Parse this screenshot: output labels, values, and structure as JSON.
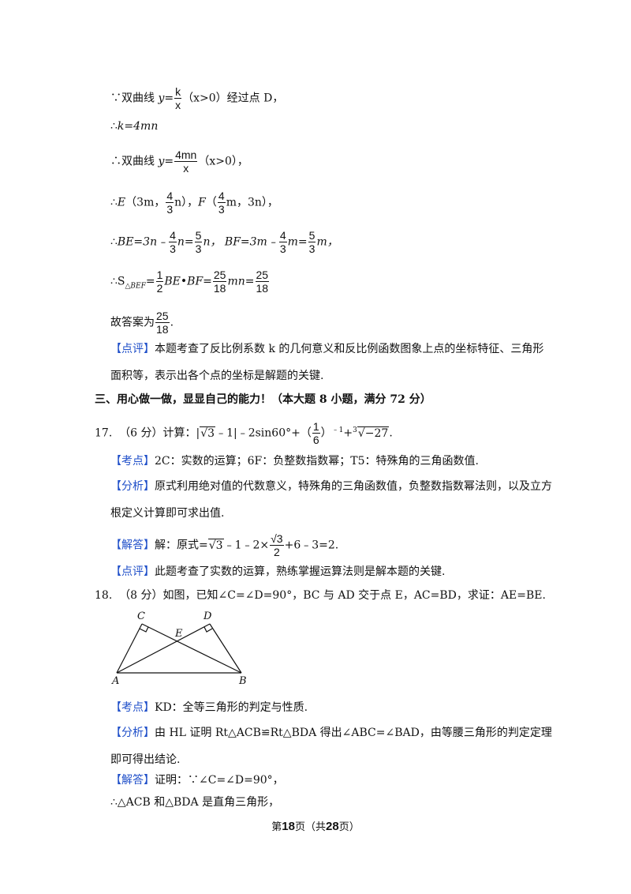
{
  "l1": {
    "a": "∵双曲线 ",
    "y": "y",
    "eq": "=",
    "num": "k",
    "den": "x",
    "tail": "（x>0）经过点 D，"
  },
  "l2": {
    "a": "∴",
    "expr": "k=4mn"
  },
  "l3": {
    "a": "∴双曲线 ",
    "y": "y",
    "eq": "=",
    "num": "4mn",
    "den": "x",
    "tail": "（x>0），"
  },
  "l4": {
    "a": "∴",
    "e": "E",
    "p1": "（3m，",
    "n1": "4",
    "d1": "3",
    "p2": "n），",
    "f": "F",
    "p3": "（",
    "n2": "4",
    "d2": "3",
    "p4": "m，3n），"
  },
  "l5": {
    "a": "∴",
    "be": "BE=3n﹣",
    "n1": "4",
    "d1": "3",
    "p2": "n=",
    "n2": "5",
    "d2": "3",
    "p3": "n，",
    "bf": "BF=3m﹣",
    "n3": "4",
    "d3": "3",
    "p4": "m=",
    "n4": "5",
    "d4": "3",
    "p5": "m，"
  },
  "l6": {
    "a": "∴S",
    "sub": "△BEF",
    "eq": "=",
    "n1": "1",
    "d1": "2",
    "p1": "BE•BF=",
    "n2": "25",
    "d2": "18",
    "p2": "mn=",
    "n3": "25",
    "d3": "18"
  },
  "l7": {
    "a": "故答案为",
    "n": "25",
    "d": "18",
    "end": "."
  },
  "review16": {
    "tag": "【点评】",
    "text1": "本题考查了反比例系数 k 的几何意义和反比例函数图象上点的坐标特征、三角形",
    "text2": "面积等，表示出各个点的坐标是解题的关键."
  },
  "section": {
    "title": "三、用心做一做，显显自己的能力！（本大题 8 小题，满分 72 分）"
  },
  "q17": {
    "num": "17.",
    "score": "（6 分）计算：|",
    "r1": "3",
    "p1": "﹣1|﹣2sin60°+（",
    "fn": "1",
    "fd": "6",
    "p2": "）",
    "sup": "﹣1",
    "p3": "+",
    "idx": "3",
    "r2": "−27",
    "end": "."
  },
  "kd17": {
    "tag": "【考点】",
    "text": "2C：实数的运算；6F：负整数指数幂；T5：特殊角的三角函数值."
  },
  "fx17": {
    "tag": "【分析】",
    "text1": "原式利用绝对值的代数意义，特殊角的三角函数值，负整数指数幂法则，以及立方",
    "text2": "根定义计算即可求出值."
  },
  "jd17": {
    "tag": "【解答】",
    "a": "解：原式=",
    "r1": "3",
    "b": "﹣1﹣2×",
    "fn": "√3",
    "fd": "2",
    "c": "+6﹣3=2."
  },
  "dp17": {
    "tag": "【点评】",
    "text": "此题考查了实数的运算，熟练掌握运算法则是解本题的关键."
  },
  "q18": {
    "num": "18.",
    "text": "（8 分）如图，已知∠C=∠D=90°，BC 与 AD 交于点 E，AC=BD，求证：AE=BE."
  },
  "figure": {
    "A": "A",
    "B": "B",
    "C": "C",
    "D": "D",
    "E": "E"
  },
  "kd18": {
    "tag": "【考点】",
    "text": "KD：全等三角形的判定与性质."
  },
  "fx18": {
    "tag": "【分析】",
    "text1": "由 HL 证明 Rt△ACB≌Rt△BDA 得出∠ABC=∠BAD，由等腰三角形的判定定理",
    "text2": "即可得出结论."
  },
  "jd18": {
    "tag": "【解答】",
    "text": "证明：∵∠C=∠D=90°，"
  },
  "last": {
    "text": "∴△ACB 和△BDA 是直角三角形，"
  },
  "footer": {
    "a": "第",
    "page": "18",
    "b": "页（共",
    "total": "28",
    "c": "页）"
  }
}
